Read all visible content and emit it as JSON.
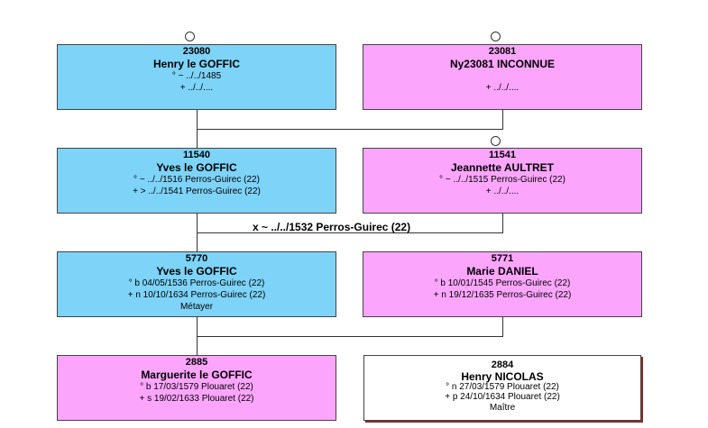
{
  "persons": {
    "p23080": {
      "num": "23080",
      "name": "Henry le GOFFIC",
      "l1": "° ~ ../../1485",
      "l2": "+ ../../...."
    },
    "p23081": {
      "num": "23081",
      "name": "Ny23081 INCONNUE",
      "l1": "",
      "l2": "+ ../../...."
    },
    "p11540": {
      "num": "11540",
      "name": "Yves le GOFFIC",
      "l1": "° ~ ../../1516 Perros-Guirec (22)",
      "l2": "+ > ../../1541 Perros-Guirec (22)"
    },
    "p11541": {
      "num": "11541",
      "name": "Jeannette AULTRET",
      "l1": "° ~ ../../1515 Perros-Guirec (22)",
      "l2": "+ ../../...."
    },
    "p5770": {
      "num": "5770",
      "name": "Yves le GOFFIC",
      "l1": "° b 04/05/1536 Perros-Guirec (22)",
      "l2": "+ n 10/10/1634 Perros-Guirec (22)",
      "occ": "Métayer"
    },
    "p5771": {
      "num": "5771",
      "name": "Marie DANIEL",
      "l1": "° b 10/01/1545 Perros-Guirec (22)",
      "l2": "+ n 19/12/1635 Perros-Guirec (22)"
    },
    "p2885": {
      "num": "2885",
      "name": "Marguerite le GOFFIC",
      "l1": "° b 17/03/1579 Plouaret (22)",
      "l2": "+ s 19/02/1633 Plouaret (22)"
    },
    "p2884": {
      "num": "2884",
      "name": "Henry NICOLAS",
      "l1": "° n 27/03/1579 Plouaret (22)",
      "l2": "+ p 24/10/1634 Plouaret (22)",
      "occ": "Maître"
    }
  },
  "marriage_label": "x ~ ../../1532 Perros-Guirec (22)",
  "colors": {
    "male": "#7dd3f8",
    "female": "#fca5fc",
    "plain": "#ffffff"
  }
}
